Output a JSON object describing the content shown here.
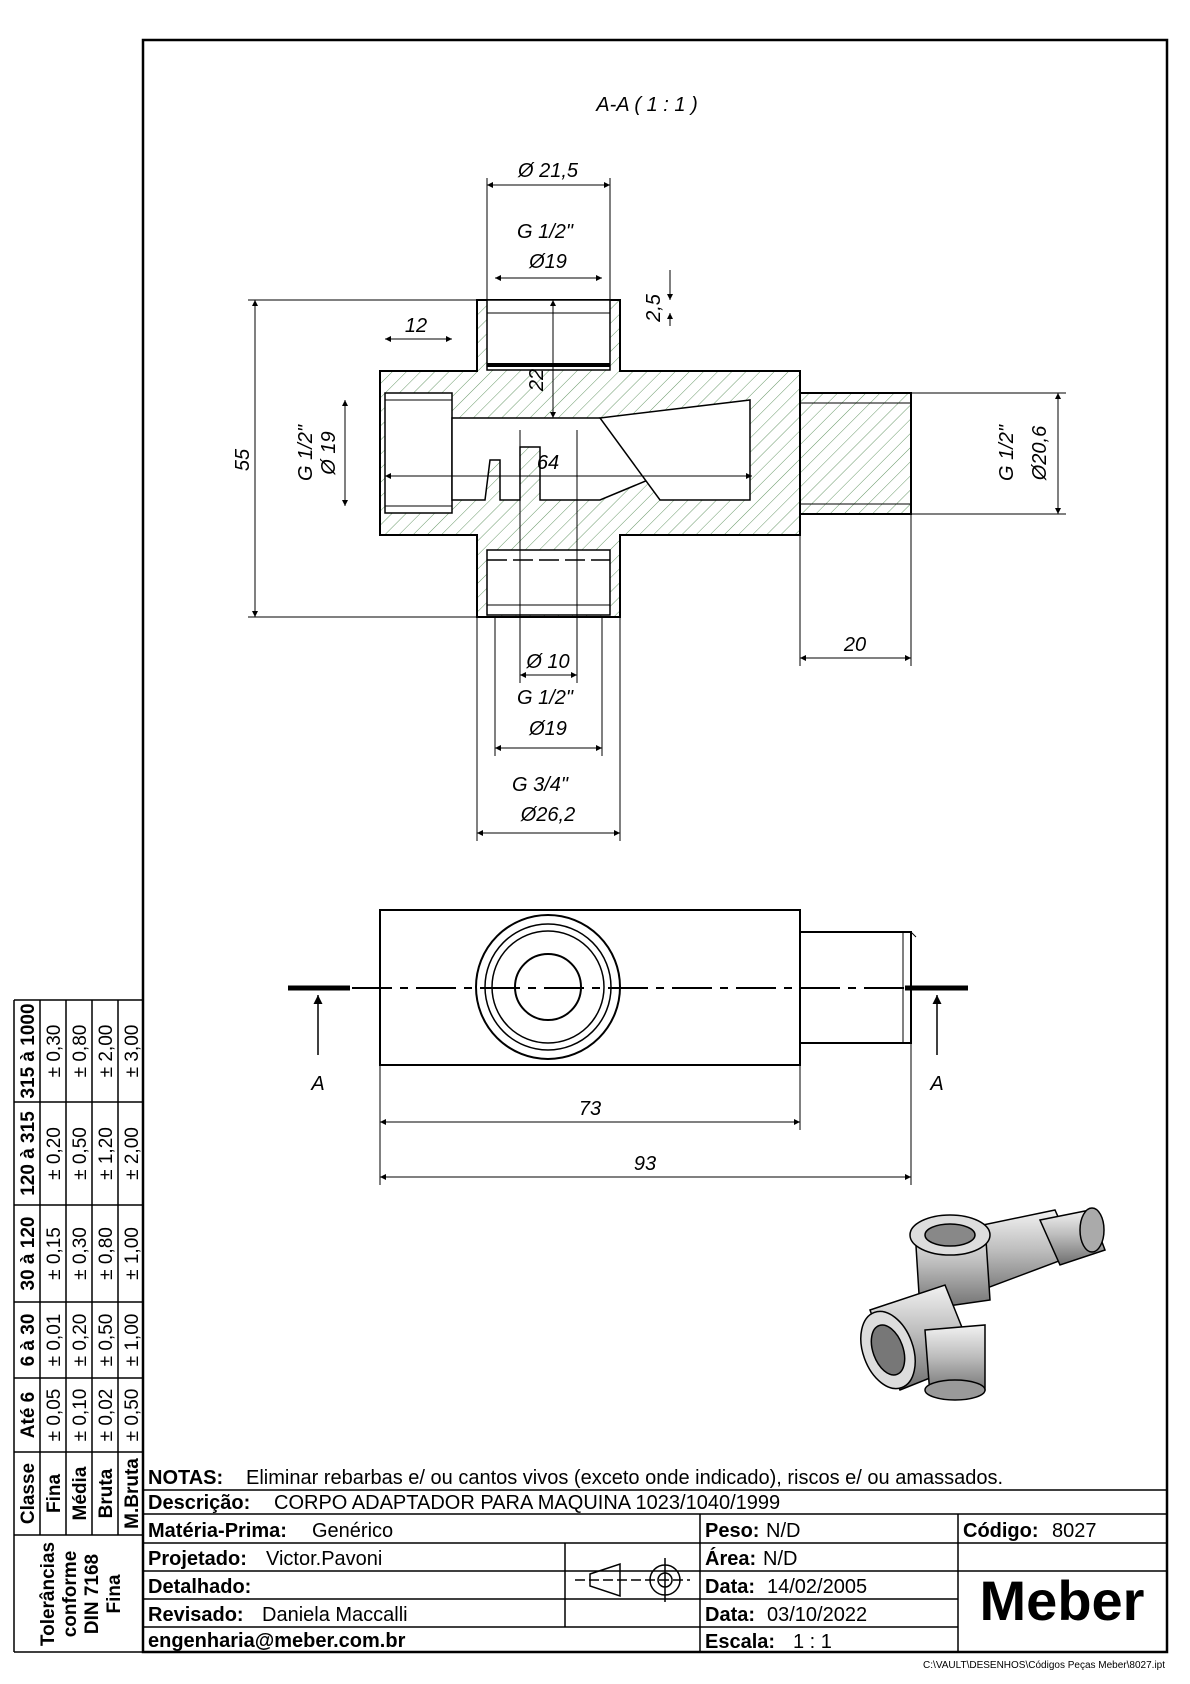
{
  "section_view": {
    "title": "A-A ( 1 : 1 )",
    "dims": {
      "top_outer_dia": "Ø 21,5",
      "top_thread": "G 1/2\"",
      "top_dia": "Ø19",
      "top_depth": "2,5",
      "left_len": "12",
      "left_thread": "G 1/2\"",
      "left_dia": "Ø 19",
      "height": "55",
      "inner_depth": "22",
      "length": "64",
      "right_thread": "G 1/2\"",
      "right_dia": "Ø20,6",
      "right_len": "20",
      "bore_dia": "Ø 10",
      "bottom_thread": "G 1/2\"",
      "bottom_dia": "Ø19",
      "bottom_outer_thread": "G 3/4\"",
      "bottom_outer_dia": "Ø26,2"
    }
  },
  "top_view": {
    "section_letter_left": "A",
    "section_letter_right": "A",
    "dim_body": "73",
    "dim_total": "93"
  },
  "tolerances": {
    "side_label": "Tolerâncias conforme DIN 7168 Fina",
    "header": [
      "Classe",
      "Até 6",
      "6 à 30",
      "30 à 120",
      "120 à 315",
      "315 à 1000"
    ],
    "rows": [
      [
        "Fina",
        "± 0,05",
        "± 0,01",
        "± 0,15",
        "± 0,20",
        "± 0,30"
      ],
      [
        "Média",
        "± 0,10",
        "± 0,20",
        "± 0,30",
        "± 0,50",
        "± 0,80"
      ],
      [
        "Bruta",
        "± 0,02",
        "± 0,50",
        "± 0,80",
        "± 1,20",
        "± 2,00"
      ],
      [
        "M.Bruta",
        "± 0,50",
        "± 1,00",
        "± 1,00",
        "± 2,00",
        "± 3,00"
      ]
    ]
  },
  "title_block": {
    "notes_label": "NOTAS:",
    "notes_text": "Eliminar rebarbas e/ ou cantos vivos (exceto onde indicado), riscos e/ ou amassados.",
    "desc_label": "Descrição:",
    "desc_text": "CORPO ADAPTADOR PARA MAQUINA 1023/1040/1999",
    "material_label": "Matéria-Prima:",
    "material_text": "Genérico",
    "peso_label": "Peso:",
    "peso_text": "N/D",
    "codigo_label": "Código:",
    "codigo_text": "8027",
    "projetado_label": "Projetado:",
    "projetado_text": "Victor.Pavoni",
    "area_label": "Área:",
    "area_text": "N/D",
    "detalhado_label": "Detalhado:",
    "data1_label": "Data:",
    "data1_text": "14/02/2005",
    "revisado_label": "Revisado:",
    "revisado_text": "Daniela Maccalli",
    "data2_label": "Data:",
    "data2_text": "03/10/2022",
    "email": "engenharia@meber.com.br",
    "escala_label": "Escala:",
    "escala_text": "1 : 1",
    "company": "Meber",
    "file_path": "C:\\VAULT\\DESENHOS\\Códigos Peças Meber\\8027.ipt"
  }
}
